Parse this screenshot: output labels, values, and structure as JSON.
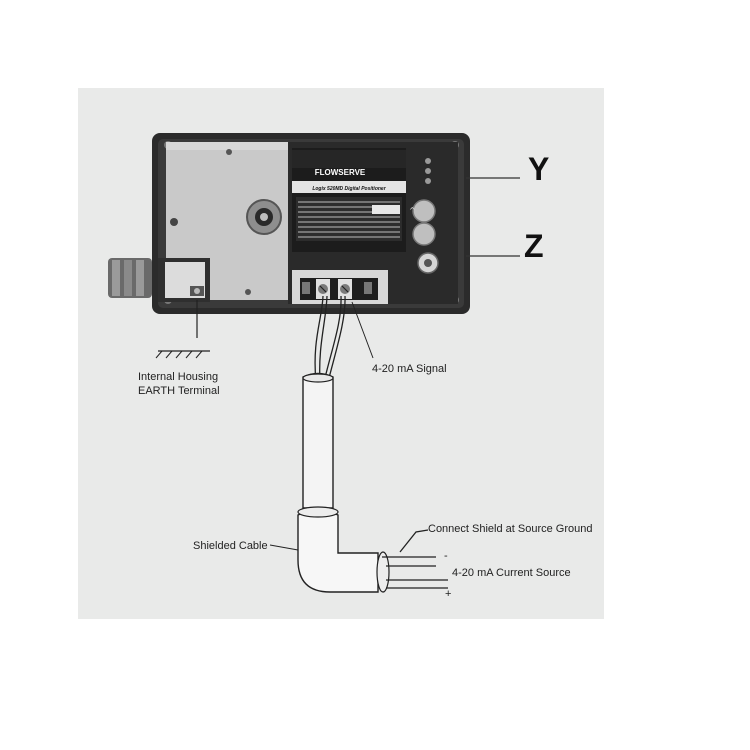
{
  "labels": {
    "y": "Y",
    "z": "Z",
    "earth_line1": "Internal Housing",
    "earth_line2": "EARTH Terminal",
    "signal": "4-20 mA Signal",
    "shielded_cable": "Shielded Cable",
    "connect_shield": "Connect Shield at Source Ground",
    "current_source": "4-20 mA Current Source",
    "minus": "-",
    "plus": "+"
  },
  "device": {
    "brand": "FLOWSERVE",
    "model": "Logix 520MD Digital Positioner"
  },
  "colors": {
    "background_panel": "#e9eae9",
    "housing": "#2b2b2b",
    "plate": "#c9c9c9",
    "label_panel": "#1c1c1c"
  }
}
